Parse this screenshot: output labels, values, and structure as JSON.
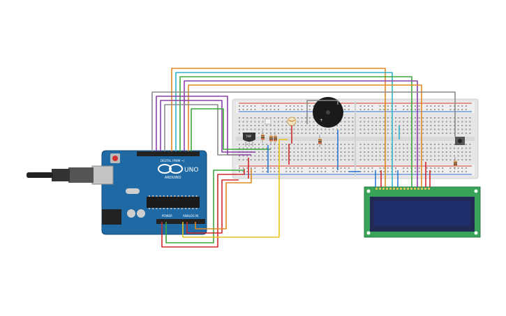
{
  "arduino": {
    "brand": "ARDUINO",
    "model": "UNO",
    "digital_label": "DIGITAL (PWM ~)",
    "analog_label": "ANALOG IN",
    "power_label": "POWER"
  },
  "sensor": {
    "label": "TMP"
  },
  "colors": {
    "board": "#1f6aa5",
    "board_dark": "#124a78",
    "breadboard": "#e8e8e8",
    "rail_red": "#d33a2c",
    "rail_blue": "#2c6fd3",
    "lcd_pcb": "#3aa35a",
    "lcd_screen": "#1f2f6b",
    "buzzer": "#1a1a1a",
    "wire_orange": "#e08a1e",
    "wire_cyan": "#2fb4c8",
    "wire_green": "#3ca83c",
    "wire_purple": "#8a3fa8",
    "wire_gray": "#8a8a8a",
    "wire_red": "#d0282a",
    "wire_yellow": "#e8c11a",
    "wire_blue": "#2a7ad6"
  }
}
